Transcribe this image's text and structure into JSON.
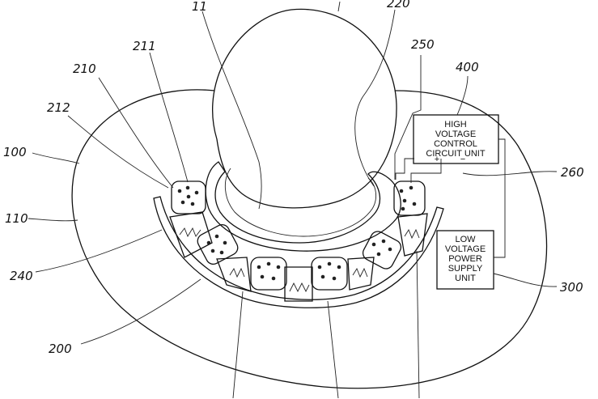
{
  "labels": {
    "r11": "11",
    "r220": "220",
    "r211": "211",
    "r210": "210",
    "r250": "250",
    "r400": "400",
    "r212": "212",
    "r100": "100",
    "r260": "260",
    "r110": "110",
    "r240": "240",
    "r300": "300",
    "r200": "200"
  },
  "boxes": {
    "hv_line1": "HIGH",
    "hv_line2": "VOLTAGE",
    "hv_line3": "CONTROL",
    "hv_line4": "CIRCUIT UNIT",
    "plus": "+",
    "minus": "−",
    "lv_line1": "LOW",
    "lv_line2": "VOLTAGE",
    "lv_line3": "POWER",
    "lv_line4": "SUPPLY",
    "lv_line5": "UNIT"
  }
}
